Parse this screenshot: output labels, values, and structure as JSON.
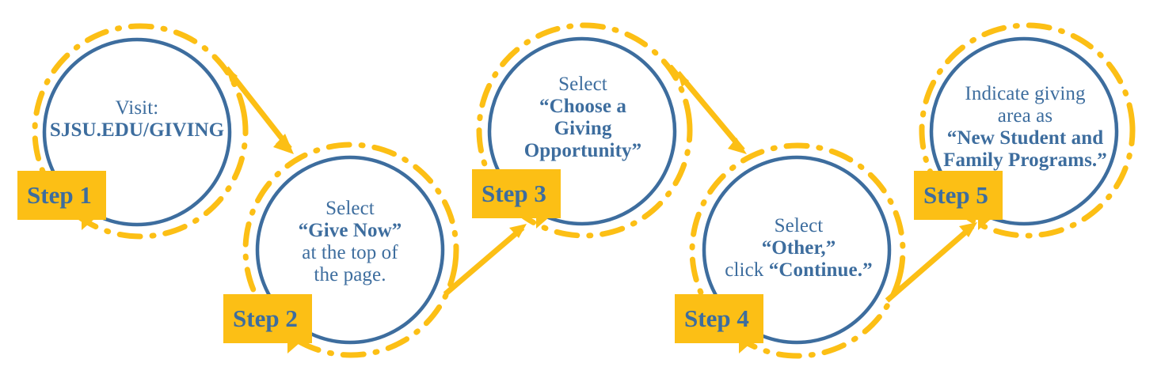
{
  "graphic": {
    "title": "SJSU Giving — 5 Step Donation Instructions",
    "colors": {
      "gold": "#fcbf15",
      "blue": "#3d6d9e",
      "background": "#ffffff"
    }
  },
  "steps": [
    {
      "badge": "Step 1",
      "lines": [
        {
          "text": "Visit:",
          "bold": false
        },
        {
          "text": "SJSU.EDU/GIVING",
          "bold": true
        }
      ]
    },
    {
      "badge": "Step 2",
      "lines": [
        {
          "text": "Select",
          "bold": false
        },
        {
          "text": "“Give Now”",
          "bold": true
        },
        {
          "text": "at the top of",
          "bold": false
        },
        {
          "text": "the page.",
          "bold": false
        }
      ]
    },
    {
      "badge": "Step 3",
      "lines": [
        {
          "text": "Select",
          "bold": false
        },
        {
          "text": "“Choose a",
          "bold": true
        },
        {
          "text": "Giving",
          "bold": true
        },
        {
          "text": "Opportunity”",
          "bold": true
        }
      ]
    },
    {
      "badge": "Step 4",
      "lines": [
        {
          "text": "Select",
          "bold": false
        },
        {
          "text": "“Other,”",
          "bold": true
        },
        {
          "text": "click “Continue.”",
          "bold": "mixed",
          "plain_prefix": "click ",
          "bold_suffix": "“Continue.”"
        }
      ]
    },
    {
      "badge": "Step 5",
      "lines": [
        {
          "text": "Indicate giving",
          "bold": false
        },
        {
          "text": "area as",
          "bold": false
        },
        {
          "text": "“New Student and",
          "bold": true
        },
        {
          "text": "Family Programs.”",
          "bold": true
        }
      ]
    }
  ],
  "connectors": [
    {
      "name": "arrow-step1-to-step2",
      "direction": "down-right",
      "double_headed": true
    },
    {
      "name": "arrow-step2-to-step3",
      "direction": "up-right",
      "double_headed": false
    },
    {
      "name": "arrow-step3-to-step4",
      "direction": "down-right",
      "double_headed": true
    },
    {
      "name": "arrow-step4-to-step5",
      "direction": "up-right",
      "double_headed": false
    }
  ]
}
